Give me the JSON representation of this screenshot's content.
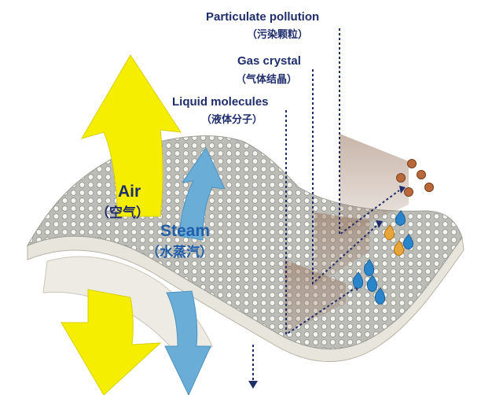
{
  "labels": {
    "particulate_en": "Particulate pollution",
    "particulate_cn": "（污染颗粒）",
    "gas_en": "Gas crystal",
    "gas_cn": "（气体结晶）",
    "liquid_en": "Liquid molecules",
    "liquid_cn": "（液体分子）",
    "air_en": "Air",
    "air_cn": "（空气）",
    "steam_en": "Steam",
    "steam_cn": "（水蒸汽）"
  },
  "colors": {
    "air_arrow": "#f5ee00",
    "steam_arrow": "#6aaed8",
    "membrane": "#b9b9b4",
    "text_dark": "#1f2d6b",
    "text_steam": "#1f5ea8",
    "droplet": "#2a86cc",
    "particle": "#b8683a"
  },
  "icons": {
    "particles": "particle-dot-icon",
    "droplets": "water-drop-icon"
  }
}
